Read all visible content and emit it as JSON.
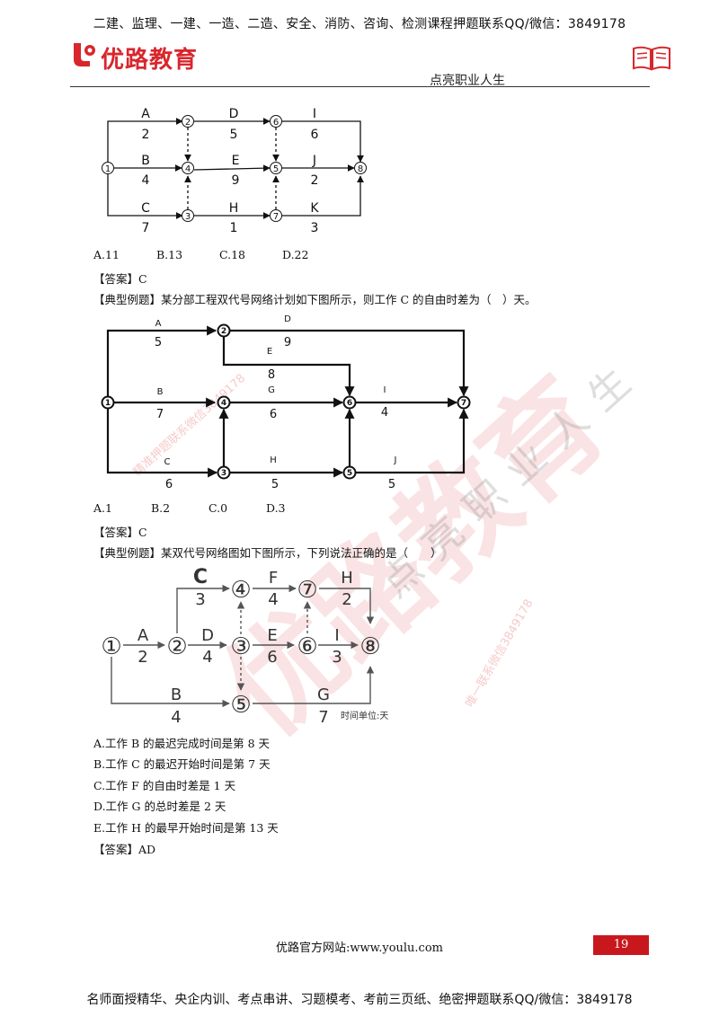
{
  "header": {
    "banner": "二建、监理、一建、一造、二造、安全、消防、咨询、检测课程押题联系QQ/微信：3849178",
    "logo": "优路教育",
    "slogan": "点亮职业人生"
  },
  "q1": {
    "diagram": {
      "nodes": [
        "1",
        "2",
        "3",
        "4",
        "5",
        "6",
        "7",
        "8"
      ],
      "activities": [
        {
          "name": "A",
          "dur": "2"
        },
        {
          "name": "B",
          "dur": "4"
        },
        {
          "name": "C",
          "dur": "7"
        },
        {
          "name": "D",
          "dur": "5"
        },
        {
          "name": "E",
          "dur": "9"
        },
        {
          "name": "H",
          "dur": "1"
        },
        {
          "name": "I",
          "dur": "6"
        },
        {
          "name": "J",
          "dur": "2"
        },
        {
          "name": "K",
          "dur": "3"
        }
      ]
    },
    "options": [
      "A.11",
      "B.13",
      "C.18",
      "D.22"
    ],
    "answer": "【答案】C"
  },
  "q2": {
    "stem": "【典型例题】某分部工程双代号网络计划如下图所示，则工作 C 的自由时差为（　）天。",
    "diagram": {
      "nodes": [
        "1",
        "2",
        "3",
        "4",
        "5",
        "6",
        "7"
      ],
      "activities": [
        {
          "name": "A",
          "dur": "5"
        },
        {
          "name": "B",
          "dur": "7"
        },
        {
          "name": "C",
          "dur": "6"
        },
        {
          "name": "D",
          "dur": "9"
        },
        {
          "name": "E",
          "dur": "8"
        },
        {
          "name": "G",
          "dur": "6"
        },
        {
          "name": "H",
          "dur": "5"
        },
        {
          "name": "I",
          "dur": "4"
        },
        {
          "name": "J",
          "dur": "5"
        }
      ]
    },
    "options": [
      "A.1",
      "B.2",
      "C.0",
      "D.3"
    ],
    "answer": "【答案】C"
  },
  "q3": {
    "stem": "【典型例题】某双代号网络图如下图所示，下列说法正确的是（　　）",
    "diagram": {
      "nodes": [
        "①",
        "②",
        "③",
        "④",
        "⑤",
        "⑥",
        "⑦",
        "⑧"
      ],
      "activities": [
        {
          "name": "A",
          "dur": "2"
        },
        {
          "name": "B",
          "dur": "4"
        },
        {
          "name": "C",
          "dur": "3"
        },
        {
          "name": "D",
          "dur": "4"
        },
        {
          "name": "E",
          "dur": "6"
        },
        {
          "name": "F",
          "dur": "4"
        },
        {
          "name": "G",
          "dur": "7"
        },
        {
          "name": "H",
          "dur": "2"
        },
        {
          "name": "I",
          "dur": "3"
        }
      ],
      "unit": "时间单位:天"
    },
    "options": [
      "A.工作 B 的最迟完成时间是第 8 天",
      "B.工作 C 的最迟开始时间是第 7 天",
      "C.工作 F 的自由时差是 1 天",
      "D.工作 G 的总时差是 2 天",
      "E.工作 H 的最早开始时间是第 13 天"
    ],
    "answer": "【答案】AD"
  },
  "footer": {
    "site": "优路官方网站:www.youlu.com",
    "page": "19",
    "banner": "名师面授精华、央企内训、考点串讲、习题模考、考前三页纸、绝密押题联系QQ/微信：3849178"
  },
  "watermark": {
    "big": "优路教育",
    "vertical": "点亮职业人生",
    "contact1": "精准押题联系微信3849178",
    "contact2": "唯一联系微信3849178"
  },
  "colors": {
    "brand_red": "#d8262c",
    "page_box": "#c8181e"
  }
}
